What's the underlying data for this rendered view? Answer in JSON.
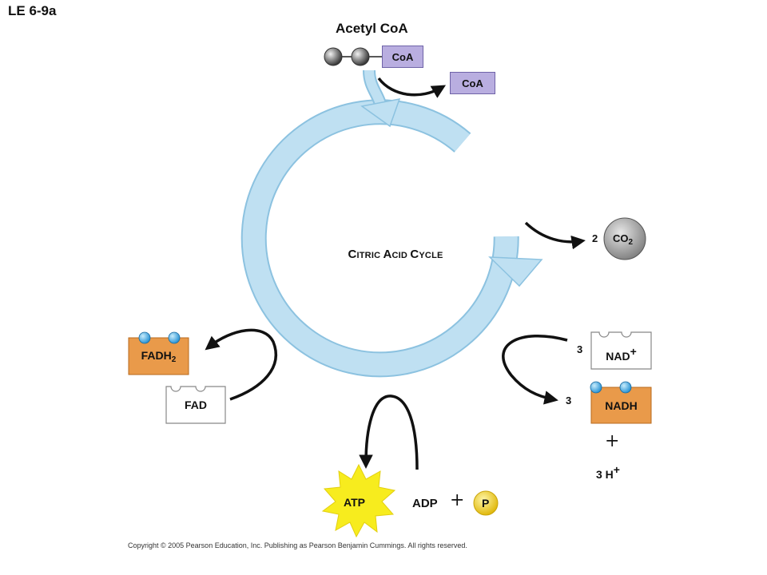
{
  "figure_label": "LE 6-9a",
  "acetyl_coa": {
    "title": "Acetyl CoA",
    "coa_label": "CoA"
  },
  "released_coa": "CoA",
  "cycle_title": {
    "c1": "C",
    "rest1": "ITRIC ",
    "c2": "A",
    "rest2": "CID ",
    "c3": "C",
    "rest3": "YCLE"
  },
  "co2": {
    "count": "2",
    "label": "CO",
    "subscript": "2"
  },
  "nad": {
    "count": "3",
    "label": "NAD",
    "superscript": "+"
  },
  "nadh": {
    "count": "3",
    "label": "NADH"
  },
  "protons": {
    "plus": "+",
    "label": "3 H",
    "superscript": "+"
  },
  "fadh2": {
    "label": "FADH",
    "subscript": "2"
  },
  "fad": {
    "label": "FAD"
  },
  "atp": {
    "label": "ATP"
  },
  "adp": {
    "label": "ADP",
    "plus": "+",
    "phosphate": "P"
  },
  "copyright": "Copyright © 2005 Pearson Education, Inc. Publishing as Pearson Benjamin Cummings. All rights reserved.",
  "colors": {
    "cycle_fill": "#bfe0f2",
    "cycle_stroke": "#8cc2e0",
    "coa_fill": "#b9aee0",
    "carrier_orange": "#e99a4a",
    "electron_blue": "#3aa7e0",
    "atp_yellow": "#f7ec1e",
    "phosphate_yellow": "#f2d21a"
  }
}
